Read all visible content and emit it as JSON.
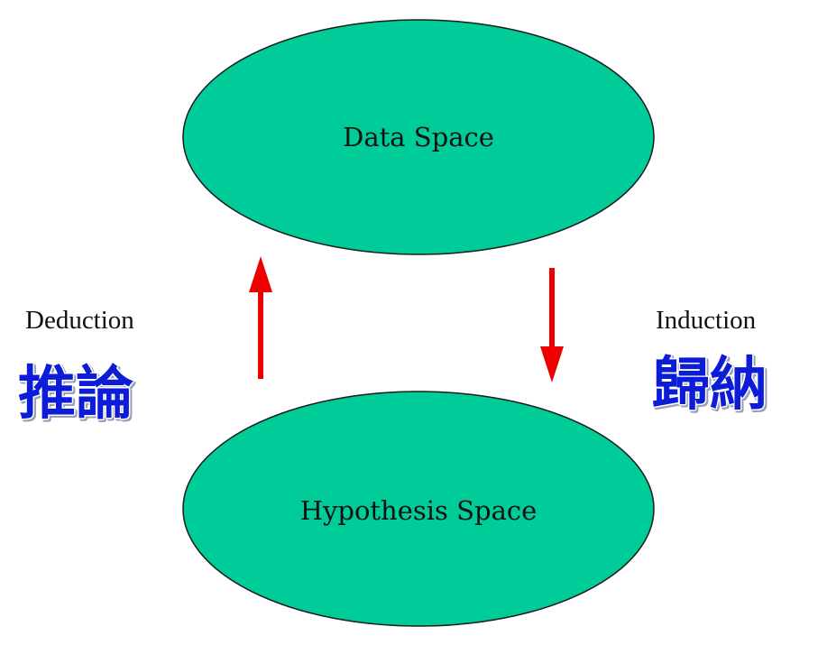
{
  "diagram": {
    "nodes": {
      "data_space": {
        "label": "Data Space",
        "fill": "#00cc99",
        "stroke": "#1a1a1a"
      },
      "hypothesis_space": {
        "label": "Hypothesis Space",
        "fill": "#00cc99",
        "stroke": "#1a1a1a"
      }
    },
    "left": {
      "label": "Deduction",
      "cjk_label": "推論",
      "arrow_direction": "up",
      "arrow_from": "hypothesis_space",
      "arrow_to": "data_space"
    },
    "right": {
      "label": "Induction",
      "cjk_label": "歸納",
      "arrow_direction": "down",
      "arrow_from": "data_space",
      "arrow_to": "hypothesis_space"
    },
    "colors": {
      "ellipse_fill": "#00cc99",
      "ellipse_stroke": "#1a1a1a",
      "arrow": "#ee0000",
      "cjk_text": "#0d1fd6",
      "cjk_outline": "#ffffff",
      "background": "#ffffff"
    }
  }
}
